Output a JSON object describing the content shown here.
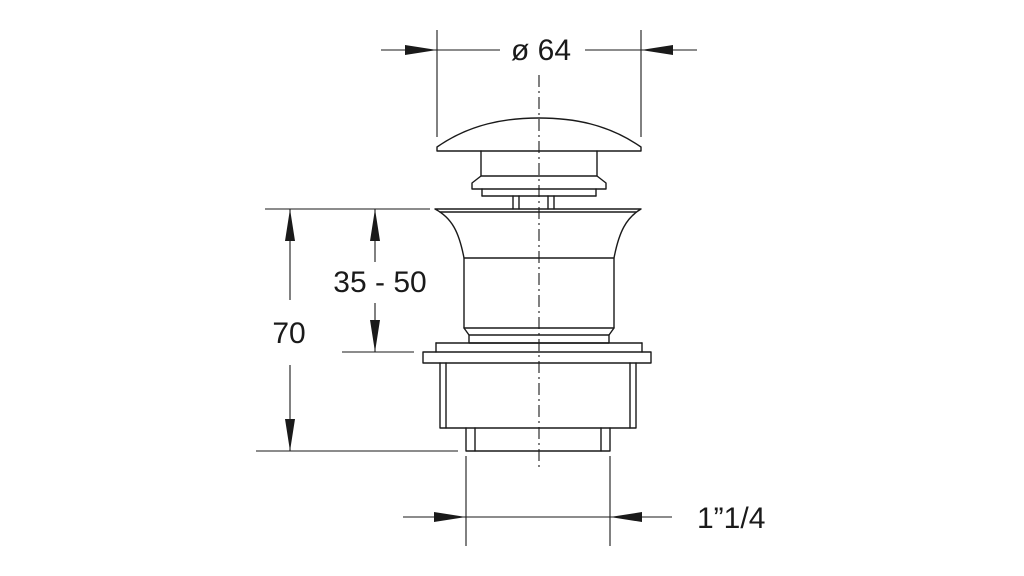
{
  "dimensions": {
    "cap_diameter": "ø 64",
    "adjust_range": "35 - 50",
    "total_height": "70",
    "thread": "1”1/4"
  }
}
